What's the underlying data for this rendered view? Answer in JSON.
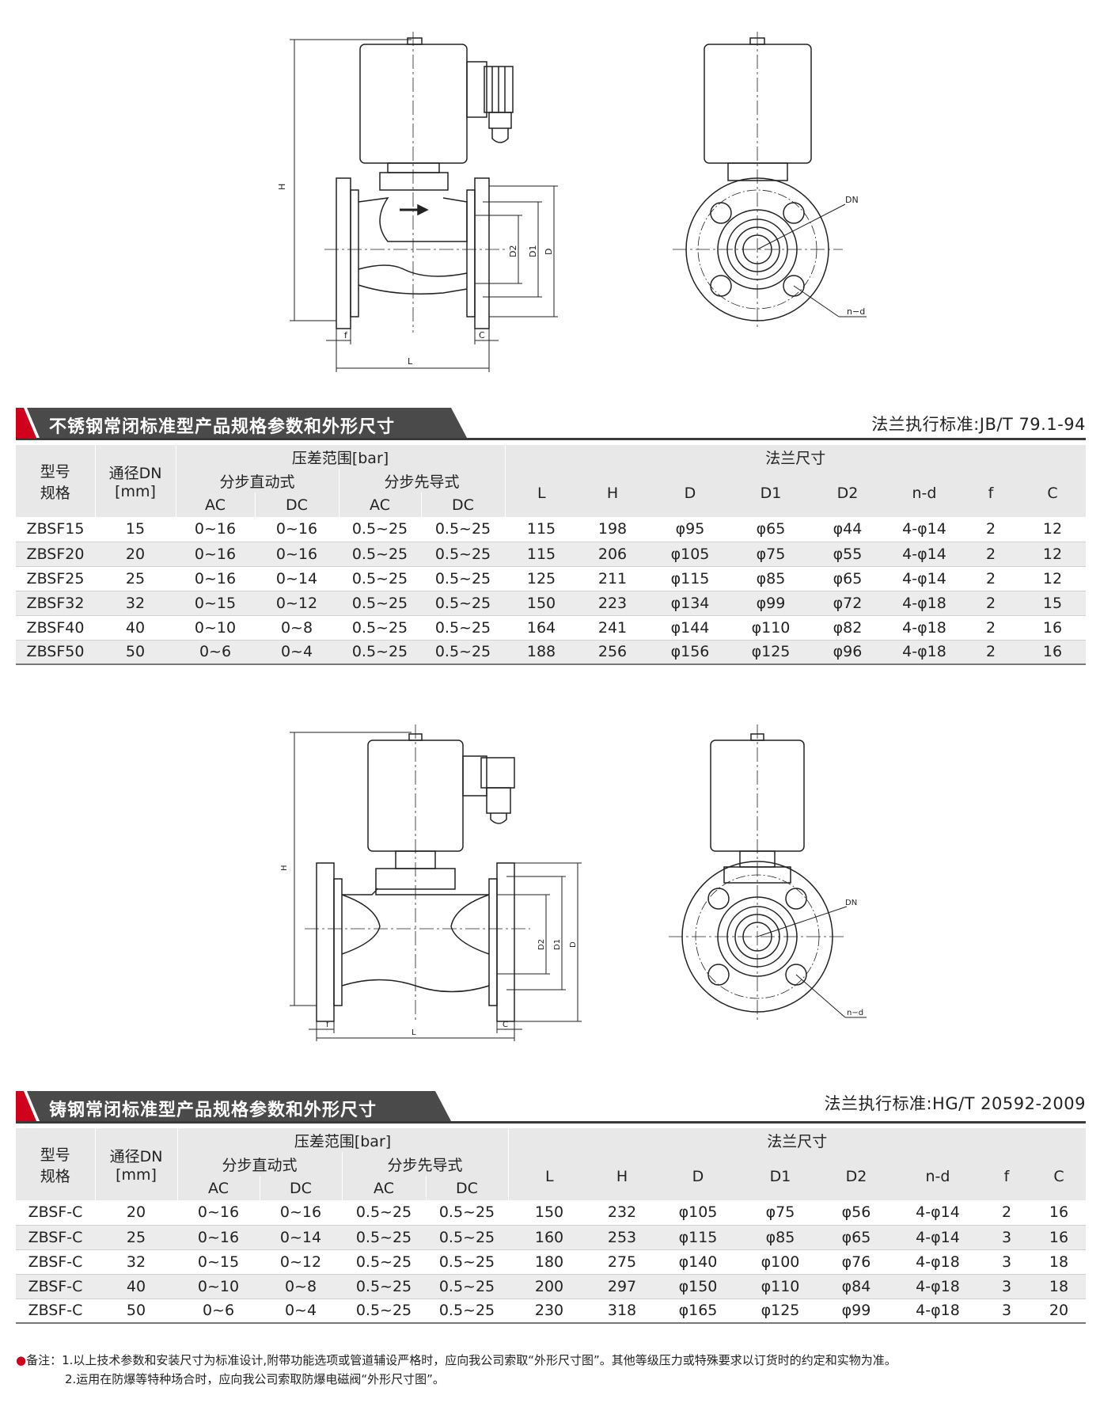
{
  "section1": {
    "title": "不锈钢常闭标准型产品规格参数和外形尺寸",
    "standard": "法兰执行标准:JB/T 79.1-94",
    "drawing_labels": {
      "H": "H",
      "L": "L",
      "f": "f",
      "C": "C",
      "D": "D",
      "D1": "D1",
      "D2": "D2",
      "DN": "DN",
      "nd": "n−d"
    },
    "headers": {
      "model": "型号规格",
      "model_l1": "型号",
      "model_l2": "规格",
      "dn_l1": "通径DN",
      "dn_l2": "[mm]",
      "pressure": "压差范围[bar]",
      "direct": "分步直动式",
      "pilot": "分步先导式",
      "ac": "AC",
      "dc": "DC",
      "flange": "法兰尺寸",
      "L": "L",
      "H": "H",
      "D": "D",
      "D1": "D1",
      "D2": "D2",
      "nd": "n-d",
      "f": "f",
      "C": "C"
    },
    "rows": [
      [
        "ZBSF15",
        "15",
        "0~16",
        "0~16",
        "0.5~25",
        "0.5~25",
        "115",
        "198",
        "φ95",
        "φ65",
        "φ44",
        "4-φ14",
        "2",
        "12"
      ],
      [
        "ZBSF20",
        "20",
        "0~16",
        "0~16",
        "0.5~25",
        "0.5~25",
        "115",
        "206",
        "φ105",
        "φ75",
        "φ55",
        "4-φ14",
        "2",
        "12"
      ],
      [
        "ZBSF25",
        "25",
        "0~16",
        "0~14",
        "0.5~25",
        "0.5~25",
        "125",
        "211",
        "φ115",
        "φ85",
        "φ65",
        "4-φ14",
        "2",
        "12"
      ],
      [
        "ZBSF32",
        "32",
        "0~15",
        "0~12",
        "0.5~25",
        "0.5~25",
        "150",
        "223",
        "φ134",
        "φ99",
        "φ72",
        "4-φ18",
        "2",
        "15"
      ],
      [
        "ZBSF40",
        "40",
        "0~10",
        "0~8",
        "0.5~25",
        "0.5~25",
        "164",
        "241",
        "φ144",
        "φ110",
        "φ82",
        "4-φ18",
        "2",
        "16"
      ],
      [
        "ZBSF50",
        "50",
        "0~6",
        "0~4",
        "0.5~25",
        "0.5~25",
        "188",
        "256",
        "φ156",
        "φ125",
        "φ96",
        "4-φ18",
        "2",
        "16"
      ]
    ]
  },
  "section2": {
    "title": "铸钢常闭标准型产品规格参数和外形尺寸",
    "standard": "法兰执行标准:HG/T 20592-2009",
    "drawing_labels": {
      "H": "H",
      "L": "L",
      "f": "f",
      "C": "C",
      "D": "D",
      "D1": "D1",
      "D2": "D2",
      "DN": "DN",
      "nd": "n−d"
    },
    "headers": {
      "model_l1": "型号",
      "model_l2": "规格",
      "dn_l1": "通径DN",
      "dn_l2": "[mm]",
      "pressure": "压差范围[bar]",
      "direct": "分步直动式",
      "pilot": "分步先导式",
      "ac": "AC",
      "dc": "DC",
      "flange": "法兰尺寸",
      "L": "L",
      "H": "H",
      "D": "D",
      "D1": "D1",
      "D2": "D2",
      "nd": "n-d",
      "f": "f",
      "C": "C"
    },
    "rows": [
      [
        "ZBSF-C",
        "20",
        "0~16",
        "0~16",
        "0.5~25",
        "0.5~25",
        "150",
        "232",
        "φ105",
        "φ75",
        "φ56",
        "4-φ14",
        "2",
        "16"
      ],
      [
        "ZBSF-C",
        "25",
        "0~16",
        "0~14",
        "0.5~25",
        "0.5~25",
        "160",
        "253",
        "φ115",
        "φ85",
        "φ65",
        "4-φ14",
        "3",
        "16"
      ],
      [
        "ZBSF-C",
        "32",
        "0~15",
        "0~12",
        "0.5~25",
        "0.5~25",
        "180",
        "275",
        "φ140",
        "φ100",
        "φ76",
        "4-φ18",
        "3",
        "18"
      ],
      [
        "ZBSF-C",
        "40",
        "0~10",
        "0~8",
        "0.5~25",
        "0.5~25",
        "200",
        "297",
        "φ150",
        "φ110",
        "φ84",
        "4-φ18",
        "3",
        "18"
      ],
      [
        "ZBSF-C",
        "50",
        "0~6",
        "0~4",
        "0.5~25",
        "0.5~25",
        "230",
        "318",
        "φ165",
        "φ125",
        "φ99",
        "4-φ18",
        "3",
        "20"
      ]
    ]
  },
  "notes": {
    "prefix": "备注：",
    "line1": "1.以上技术参数和安装尺寸为标准设计,附带功能选项或管道辅设严格时，应向我公司索取“外形尺寸图”。其他等级压力或特殊要求以订货时的约定和实物为准。",
    "line2": "2.运用在防爆等特种场合时，应向我公司索取防爆电磁阀“外形尺寸图”。"
  },
  "colors": {
    "title_tab": "#4a4a4a",
    "title_accent": "#d0021b",
    "rule": "#3a3a3a",
    "header_bg": "#e8e8e8",
    "row_alt": "#ececec"
  }
}
